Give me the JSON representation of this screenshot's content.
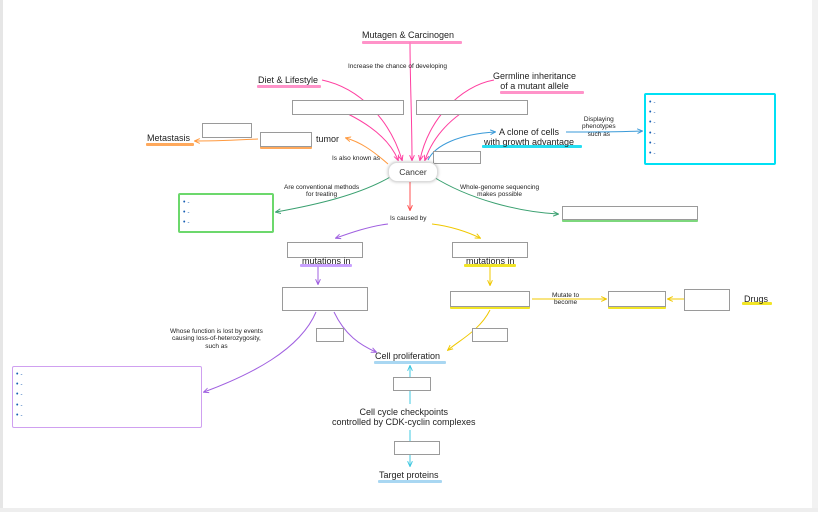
{
  "colors": {
    "pink": "#ff3fa0",
    "red": "#ff5050",
    "orange": "#ff9a40",
    "teal": "#3aa0a0",
    "green": "#4bb84b",
    "purple": "#a060e0",
    "yellow": "#f0d800",
    "blue": "#3a9ad8",
    "cyan": "#00d0e8"
  },
  "nodes": {
    "central": "Cancer",
    "mutagen": "Mutagen & Carcinogen",
    "diet": "Diet & Lifestyle",
    "germline_line1": "Germline inheritance",
    "germline_line2": "of a mutant allele",
    "metastasis": "Metastasis",
    "tumor": "tumor",
    "clone_line1": "A clone of cells",
    "clone_line2": "with growth advantage",
    "mutations_left": "mutations in",
    "mutations_right": "mutations in",
    "drugs": "Drugs",
    "cell_proliferation": "Cell proliferation",
    "checkpoints_line1": "Cell cycle checkpoints",
    "checkpoints_line2": "controlled by CDK-cyclin complexes",
    "target_proteins": "Target proteins"
  },
  "links": {
    "increase_chance": "Increase the chance of developing",
    "also_known_as": "Is also known as",
    "displaying_line1": "Displaying",
    "displaying_line2": "phenotypes",
    "displaying_line3": "such as",
    "conventional_line1": "Are conventional methods",
    "conventional_line2": "for treating",
    "wgs_line1": "Whole-genome sequencing",
    "wgs_line2": "makes possible",
    "caused_by": "Is caused by",
    "mutate_line1": "Mutate to",
    "mutate_line2": "become",
    "lost_line1": "Whose function is lost by events",
    "lost_line2": "causing loss-of-heterozygosity,",
    "lost_line3": "such as"
  },
  "lists": {
    "phenotypes": [
      "-",
      "-",
      "-",
      "-",
      "-",
      "-"
    ],
    "methods": [
      "-",
      "-",
      "-"
    ],
    "loh_events": [
      "-",
      "-",
      "-",
      "-",
      "-"
    ]
  }
}
